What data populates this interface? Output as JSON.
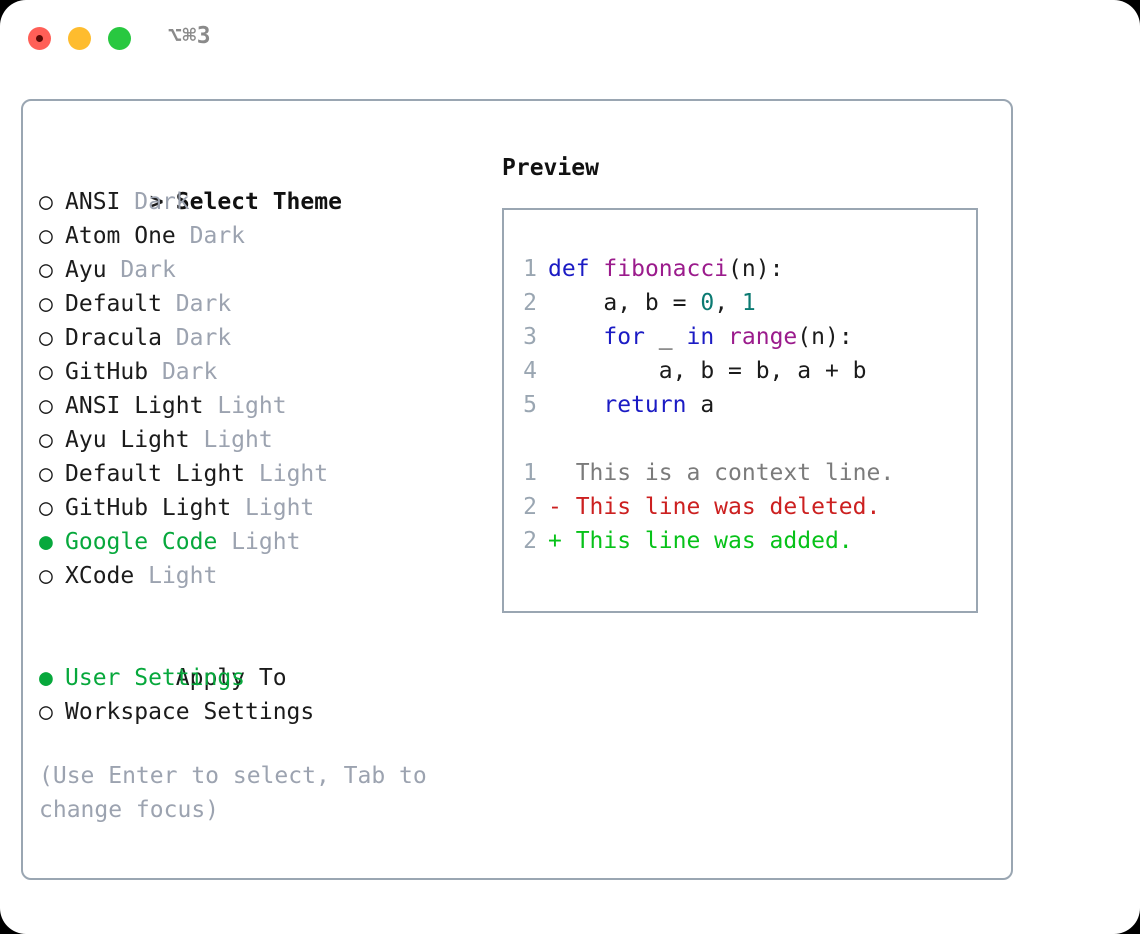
{
  "titlebar": {
    "shortcut": "⌥⌘3",
    "buttons": [
      {
        "name": "close",
        "color": "#FF5F57"
      },
      {
        "name": "minimize",
        "color": "#FEBC2E"
      },
      {
        "name": "maximize",
        "color": "#28C840"
      }
    ]
  },
  "theme_picker": {
    "heading_marker": ">",
    "heading": "Select Theme",
    "unselected_marker": "○",
    "selected_marker": "●",
    "accent_color": "#07A83C",
    "items": [
      {
        "marker": "○",
        "name": "ANSI",
        "variant": "Dark",
        "selected": false
      },
      {
        "marker": "○",
        "name": "Atom One",
        "variant": "Dark",
        "selected": false
      },
      {
        "marker": "○",
        "name": "Ayu",
        "variant": "Dark",
        "selected": false
      },
      {
        "marker": "○",
        "name": "Default",
        "variant": "Dark",
        "selected": false
      },
      {
        "marker": "○",
        "name": "Dracula",
        "variant": "Dark",
        "selected": false
      },
      {
        "marker": "○",
        "name": "GitHub",
        "variant": "Dark",
        "selected": false
      },
      {
        "marker": "○",
        "name": "ANSI Light",
        "variant": "Light",
        "selected": false
      },
      {
        "marker": "○",
        "name": "Ayu Light",
        "variant": "Light",
        "selected": false
      },
      {
        "marker": "○",
        "name": "Default Light",
        "variant": "Light",
        "selected": false
      },
      {
        "marker": "○",
        "name": "GitHub Light",
        "variant": "Light",
        "selected": false
      },
      {
        "marker": "●",
        "name": "Google Code",
        "variant": "Light",
        "selected": true
      },
      {
        "marker": "○",
        "name": "XCode",
        "variant": "Light",
        "selected": false
      }
    ]
  },
  "apply_to": {
    "heading": "Apply To",
    "items": [
      {
        "marker": "●",
        "name": "User Settings",
        "selected": true
      },
      {
        "marker": "○",
        "name": "Workspace Settings",
        "selected": false
      }
    ]
  },
  "hint": "(Use Enter to select, Tab to change focus)",
  "preview": {
    "title": "Preview",
    "code_lines": [
      {
        "no": "1",
        "tokens": [
          {
            "t": "def",
            "c": "kw"
          },
          {
            "t": " ",
            "c": "plain"
          },
          {
            "t": "fibonacci",
            "c": "fn"
          },
          {
            "t": "(n):",
            "c": "plain"
          }
        ]
      },
      {
        "no": "2",
        "tokens": [
          {
            "t": "    a, b = ",
            "c": "plain"
          },
          {
            "t": "0",
            "c": "num"
          },
          {
            "t": ", ",
            "c": "plain"
          },
          {
            "t": "1",
            "c": "num"
          }
        ]
      },
      {
        "no": "3",
        "tokens": [
          {
            "t": "    ",
            "c": "plain"
          },
          {
            "t": "for",
            "c": "kw"
          },
          {
            "t": " _ ",
            "c": "plain"
          },
          {
            "t": "in",
            "c": "kw"
          },
          {
            "t": " ",
            "c": "plain"
          },
          {
            "t": "range",
            "c": "fn"
          },
          {
            "t": "(n):",
            "c": "plain"
          }
        ]
      },
      {
        "no": "4",
        "tokens": [
          {
            "t": "        a, b = b, a + b",
            "c": "plain"
          }
        ]
      },
      {
        "no": "5",
        "tokens": [
          {
            "t": "    ",
            "c": "plain"
          },
          {
            "t": "return",
            "c": "kw"
          },
          {
            "t": " a",
            "c": "plain"
          }
        ]
      }
    ],
    "diff_lines": [
      {
        "no": "1",
        "text": "  This is a context line.",
        "kind": "diff-ctx"
      },
      {
        "no": "2",
        "text": "- This line was deleted.",
        "kind": "diff-del"
      },
      {
        "no": "2",
        "text": "+ This line was added.",
        "kind": "diff-add"
      }
    ],
    "colors": {
      "keyword": "#1B1BC4",
      "function": "#9B1B8C",
      "number": "#0B7A72",
      "plain": "#1b1b1b",
      "lineno": "#9AA6B2",
      "context": "#7B7B7B",
      "deleted": "#CC2020",
      "added": "#07C219"
    }
  }
}
